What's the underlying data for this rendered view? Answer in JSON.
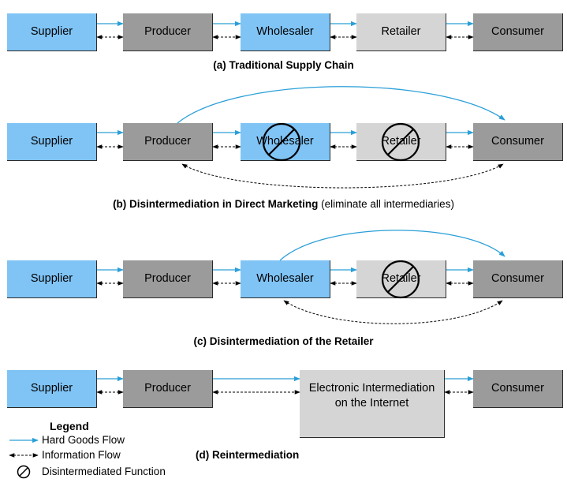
{
  "nodes": {
    "supplier": "Supplier",
    "producer": "Producer",
    "wholesaler": "Wholesaler",
    "retailer": "Retailer",
    "consumer": "Consumer",
    "electronic_line1": "Electronic Intermediation",
    "electronic_line2": "on the Internet"
  },
  "captions": {
    "a": "(a) Traditional Supply Chain",
    "b_bold": "(b) Disintermediation in Direct Marketing",
    "b_normal": "(eliminate all intermediaries)",
    "c": "(c) Disintermediation of the Retailer",
    "d": "(d) Reintermediation"
  },
  "legend": {
    "title": "Legend",
    "hard_goods": "Hard Goods Flow",
    "information": "Information Flow",
    "disintermediated": "Disintermediated Function"
  },
  "colors": {
    "hard_goods_arrow": "#2a9fd8",
    "blue_box": "#80c4f6",
    "dark_box": "#9b9b9b",
    "light_box": "#d5d5d5"
  }
}
